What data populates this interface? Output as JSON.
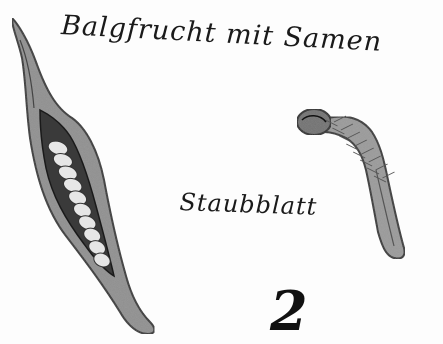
{
  "labels": {
    "pod": "Balgfrucht mit Samen",
    "stamen": "Staubblatt"
  },
  "plate_number": "2",
  "colors": {
    "outline": "#2a2a2a",
    "pod_wall": "#8f8f8f",
    "pod_cavity": "#3a3a3a",
    "seed": "#e6e6e6",
    "stamen_fill": "#9a9a9a",
    "anther": "#6f6f6f"
  },
  "seeds_count": 10
}
